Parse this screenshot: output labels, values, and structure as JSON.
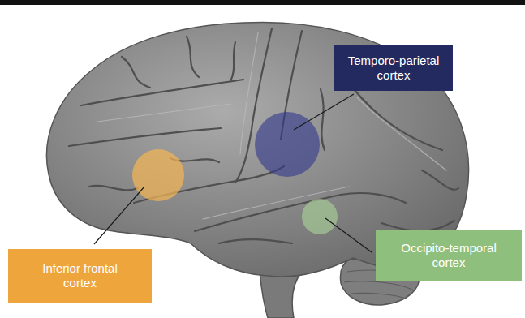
{
  "diagram": {
    "nodes": [
      {
        "text": [
          "Temporo-parietal cortex"
        ]
      },
      {
        "text": [
          "Inferior frontal cortex"
        ]
      },
      {
        "text": [
          "Occipito-temporal cortex"
        ]
      }
    ]
  }
}
